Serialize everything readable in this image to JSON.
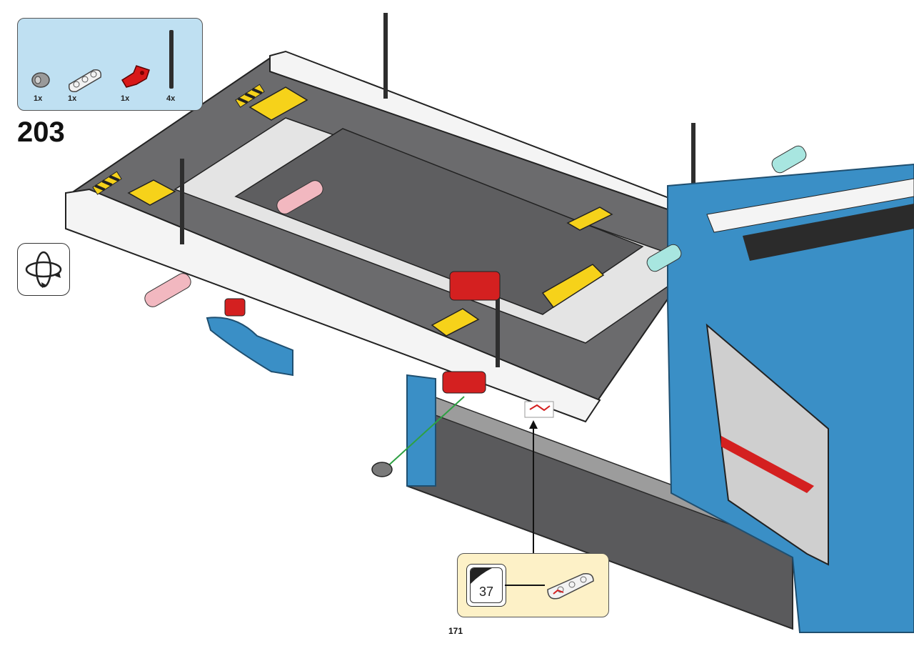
{
  "parts": [
    {
      "name": "bush",
      "qty": "1x",
      "color": "#9a9a9a"
    },
    {
      "name": "beam-3",
      "qty": "1x",
      "color": "#f2f2f2"
    },
    {
      "name": "angle-connector",
      "qty": "1x",
      "color": "#d81818"
    },
    {
      "name": "axle",
      "qty": "4x",
      "color": "#2e2e2e"
    }
  ],
  "step": {
    "number": "203"
  },
  "sticker": {
    "number": "37"
  },
  "page": {
    "number": "171"
  },
  "colors": {
    "parts_box_bg": "#bfe0f2",
    "callout_bg": "#fdf1c7",
    "beam_gray": "#5e5e60",
    "beam_white": "#f4f4f4",
    "body_blue": "#3a8fc6",
    "accent_red": "#d42020",
    "accent_yellow": "#f6d21a"
  }
}
